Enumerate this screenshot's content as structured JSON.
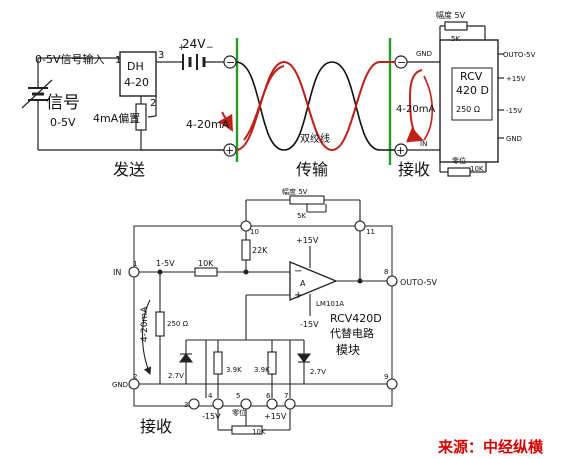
{
  "top": {
    "input_range_label": "0-5V信号输入",
    "pin1": "1",
    "pin3": "3",
    "pin2": "2",
    "module_name": "DH",
    "module_type": "4-20",
    "supply_24v": "24V",
    "signal_label": "信号",
    "signal_range": "0-5V",
    "offset_label": "4mA偏置",
    "loop_current_left": "4-20mA",
    "twisted_pair_label": "双绞线",
    "send_label": "发送",
    "transmit_label": "传输",
    "receive_label": "接收",
    "span_label": "幅度 5V",
    "span_pot": "5K",
    "gnd_label": "GND",
    "in_label": "IN",
    "rcv_name": "RCV",
    "rcv_model": "420 D",
    "rcv_resistor": "250 Ω",
    "loop_current_right": "4-20mA",
    "zero_label": "零位",
    "zero_pot": "10K",
    "out_label": "OUTO-5V",
    "plus15": "+15V",
    "minus15": "-15V",
    "gnd2": "GND"
  },
  "bottom": {
    "span_label": "幅度 5V",
    "span_pot": "5K",
    "r_22k": "22K",
    "pin10": "10",
    "pin11": "11",
    "plus15": "+15V",
    "in_label": "IN",
    "pin1": "1",
    "v1_5": "1-5V",
    "r_10k": "10K",
    "pin8": "8",
    "out_label": "OUTO-5V",
    "opamp_label": "LM101A",
    "opamp_node": "A",
    "minus15": "-15V",
    "rcv_model": "RCV420D",
    "replace_circuit": "代替电路",
    "module": "模块",
    "loop_current": "4-20mA",
    "r_250": "250 Ω",
    "pin2": "2",
    "gnd_label": "GND",
    "zener_left": "2.7V",
    "r_39k_left": "3.9K",
    "r_39k_right": "3.9K",
    "zener_right": "2.7V",
    "pin3": "3",
    "pin4": "4",
    "pin5": "5",
    "pin6": "6",
    "pin7": "7",
    "pin9": "9",
    "minus15b": "-15V",
    "zero_label": "零位",
    "plus15b": "+15V",
    "zero_pot": "10K",
    "receive_label": "接收",
    "source_label": "来源：中经纵横"
  }
}
